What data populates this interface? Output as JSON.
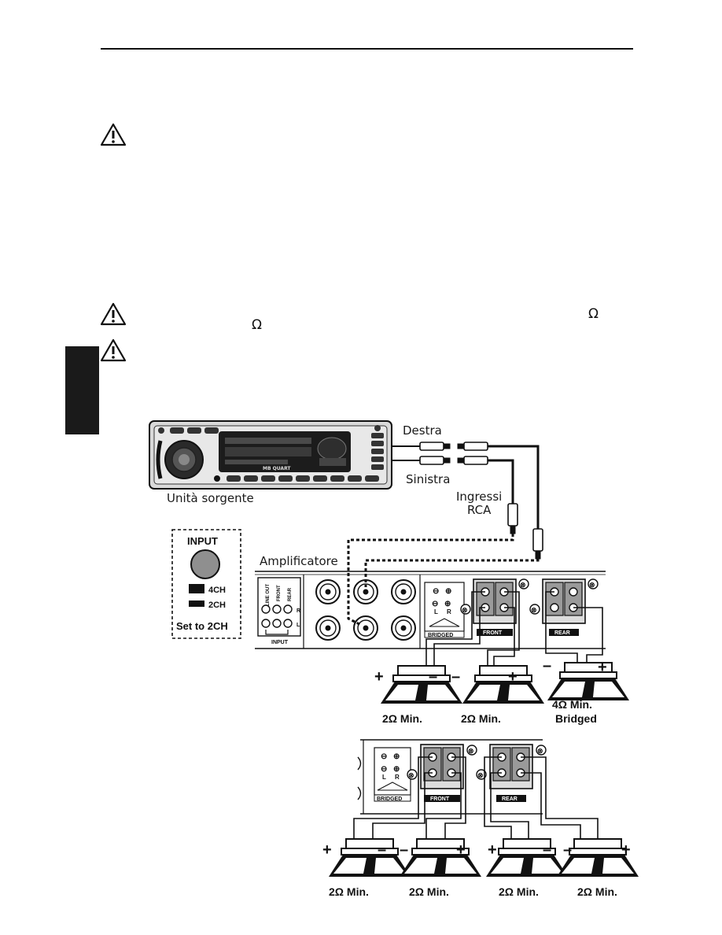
{
  "warnings": {
    "symbol": "⚠",
    "ohm_1": "Ω",
    "ohm_2": "Ω"
  },
  "head_unit": {
    "label": "Unità sorgente",
    "brand": "MB QUART"
  },
  "rca": {
    "right_label": "Destra",
    "left_label": "Sinistra",
    "inputs_line1": "Ingressi",
    "inputs_line2": "RCA"
  },
  "input_switch": {
    "title": "INPUT",
    "option_4ch": "4CH",
    "option_2ch": "2CH",
    "instruction": "Set to 2CH"
  },
  "amplifier": {
    "label": "Amplificatore",
    "input_panel": {
      "line_out": "LINE OUT",
      "front": "FRONT",
      "rear": "REAR",
      "r": "R",
      "l": "L",
      "input": "INPUT"
    },
    "bridged_label": "BRIDGED",
    "front_label": "FRONT",
    "rear_label": "REAR",
    "l": "L",
    "r": "R"
  },
  "config_a": {
    "speakers": [
      {
        "plus_left": true,
        "load": "2Ω Min."
      },
      {
        "plus_left": false,
        "load": "2Ω Min."
      },
      {
        "plus_left": false,
        "load": "4Ω Min.",
        "note": "Bridged"
      }
    ]
  },
  "config_b": {
    "speakers": [
      {
        "plus_left": true,
        "load": "2Ω Min."
      },
      {
        "plus_left": false,
        "load": "2Ω Min."
      },
      {
        "plus_left": true,
        "load": "2Ω Min."
      },
      {
        "plus_left": false,
        "load": "2Ω Min."
      }
    ]
  },
  "signs": {
    "plus": "+",
    "minus": "–"
  },
  "colors": {
    "ink": "#111111",
    "tab": "#1a1a1a",
    "terminal_grey": "#9a9a9a",
    "knob_grey": "#8f8f8f"
  }
}
